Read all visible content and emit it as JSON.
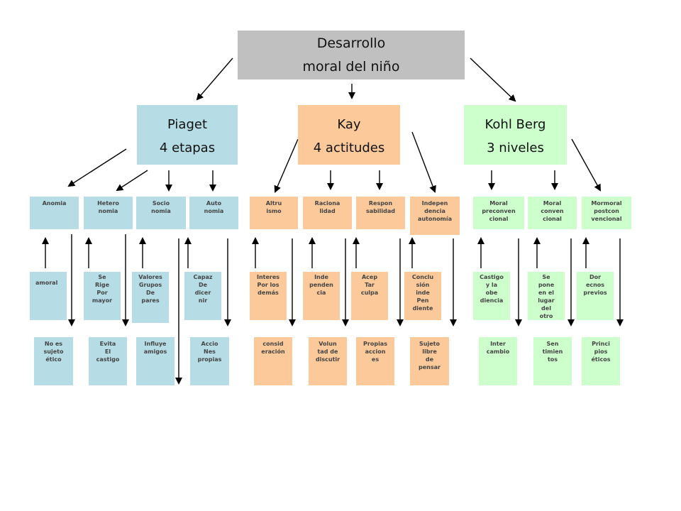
{
  "colors": {
    "piaget": "#b6dde6",
    "kay": "#fbc99a",
    "kohlberg": "#ccffcc",
    "root": "#c0c0c0",
    "arrow": "#000000"
  },
  "root": {
    "lines": [
      "Desarrollo",
      "moral del niño"
    ]
  },
  "branches": [
    {
      "lines": [
        "Piaget",
        "4 etapas"
      ]
    },
    {
      "lines": [
        "Kay",
        "4 actitudes"
      ]
    },
    {
      "lines": [
        "Kohl Berg",
        "3 niveles"
      ]
    }
  ],
  "level1": [
    {
      "lines": [
        "Anomia"
      ]
    },
    {
      "lines": [
        "Hetero",
        "nomia"
      ]
    },
    {
      "lines": [
        "Socio",
        "nomia"
      ]
    },
    {
      "lines": [
        "Auto",
        "nomia"
      ]
    },
    {
      "lines": [
        "Altru",
        "ismo"
      ]
    },
    {
      "lines": [
        "Raciona",
        "lidad"
      ]
    },
    {
      "lines": [
        "Respon",
        "sabilidad"
      ]
    },
    {
      "lines": [
        "Indepen",
        "dencia",
        "autonomía"
      ]
    },
    {
      "lines": [
        "Moral",
        "preconven",
        "cional"
      ]
    },
    {
      "lines": [
        "Moral",
        "conven",
        "cional"
      ]
    },
    {
      "lines": [
        "Mormoral",
        "postcon",
        "vencional"
      ]
    }
  ],
  "level2": [
    {
      "lines": [
        "amoral"
      ]
    },
    {
      "lines": [
        "Se",
        "Rige",
        "Por",
        "mayor"
      ]
    },
    {
      "lines": [
        "Valores",
        "Grupos",
        "De",
        "pares"
      ]
    },
    {
      "lines": [
        "Capaz",
        "De",
        "dicer",
        "nir"
      ]
    },
    {
      "lines": [
        "Interes",
        "Por los",
        "demás"
      ]
    },
    {
      "lines": [
        "Inde",
        "penden",
        "cia"
      ]
    },
    {
      "lines": [
        "Acep",
        "Tar",
        "culpa"
      ]
    },
    {
      "lines": [
        "Conclu",
        "sión",
        "inde",
        "Pen",
        "diente"
      ]
    },
    {
      "lines": [
        "Castigo",
        "y la",
        "obe",
        "diencia"
      ]
    },
    {
      "lines": [
        "Se",
        "pone",
        "en el",
        "lugar",
        "del",
        "otro"
      ]
    },
    {
      "lines": [
        "Dor",
        "ecnos",
        "previos"
      ]
    }
  ],
  "level3": [
    {
      "lines": [
        "No es",
        "sujeto",
        "ético"
      ]
    },
    {
      "lines": [
        "Evita",
        "El",
        "castigo"
      ]
    },
    {
      "lines": [
        "Influye",
        "amigos"
      ]
    },
    {
      "lines": [
        "Accio",
        "Nes",
        "propias"
      ]
    },
    {
      "lines": [
        "consid",
        "eración"
      ]
    },
    {
      "lines": [
        "Volun",
        "tad de",
        "discutir"
      ]
    },
    {
      "lines": [
        "Propias",
        "accion",
        "es"
      ]
    },
    {
      "lines": [
        "Sujeto",
        "libre",
        "de",
        "pensar"
      ]
    },
    {
      "lines": [
        "Inter",
        "cambio"
      ]
    },
    {
      "lines": [
        "Sen",
        "timien",
        "tos"
      ]
    },
    {
      "lines": [
        "Princi",
        "pios",
        "éticos"
      ]
    }
  ]
}
